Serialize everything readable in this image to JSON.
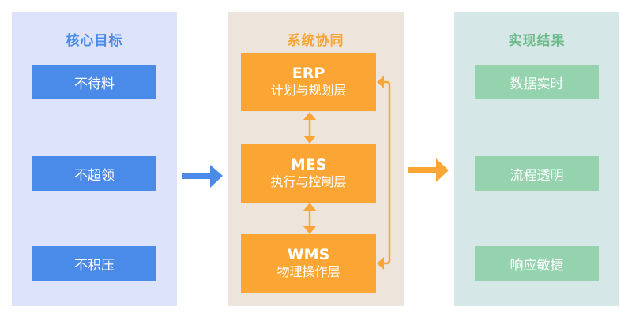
{
  "left_panel": {
    "title": "核心目标",
    "items": [
      {
        "label": "不待料"
      },
      {
        "label": "不超领"
      },
      {
        "label": "不积压"
      }
    ]
  },
  "middle_panel": {
    "title": "系统协同",
    "systems": [
      {
        "abbr": "ERP",
        "desc": "计划与规划层"
      },
      {
        "abbr": "MES",
        "desc": "执行与控制层"
      },
      {
        "abbr": "WMS",
        "desc": "物理操作层"
      }
    ]
  },
  "right_panel": {
    "title": "实现结果",
    "items": [
      {
        "label": "数据实时"
      },
      {
        "label": "流程透明"
      },
      {
        "label": "响应敏捷"
      }
    ]
  },
  "colors": {
    "blue": "#4A8BEA",
    "orange": "#FBA634",
    "green": "#95D3AF"
  }
}
